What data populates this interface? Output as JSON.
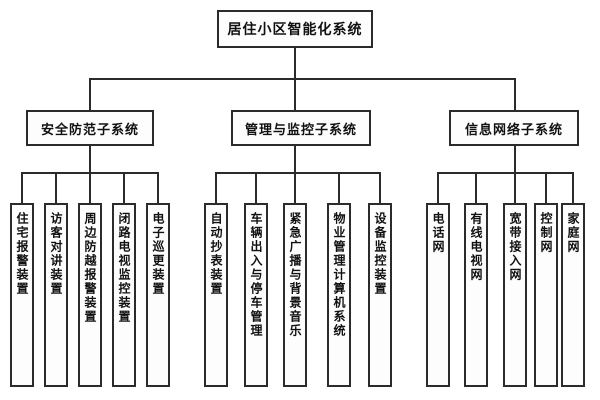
{
  "diagram": {
    "title": "居住小区智能化系统",
    "root": {
      "label": "居住小区智能化系统"
    },
    "branches": [
      {
        "label": "安全防范子系统",
        "leaves": [
          {
            "label": "住宅报警装置"
          },
          {
            "label": "访客对讲装置"
          },
          {
            "label": "周边防越报警装置"
          },
          {
            "label": "闭路电视监控装置"
          },
          {
            "label": "电子巡更装置"
          }
        ]
      },
      {
        "label": "管理与监控子系统",
        "leaves": [
          {
            "label": "自动抄表装置"
          },
          {
            "label": "车辆出入与停车管理"
          },
          {
            "label": "紧急广播与背景音乐"
          },
          {
            "label": "物业管理计算机系统"
          },
          {
            "label": "设备监控装置"
          }
        ]
      },
      {
        "label": "信息网络子系统",
        "leaves": [
          {
            "label": "电话网"
          },
          {
            "label": "有线电视网"
          },
          {
            "label": "宽带接入网"
          },
          {
            "label": "控制网"
          },
          {
            "label": "家庭网"
          }
        ]
      }
    ],
    "colors": {
      "background": "#ffffff",
      "border": "#2b2b2b",
      "text": "#111111",
      "box_fill": "#fdfdfd"
    }
  }
}
